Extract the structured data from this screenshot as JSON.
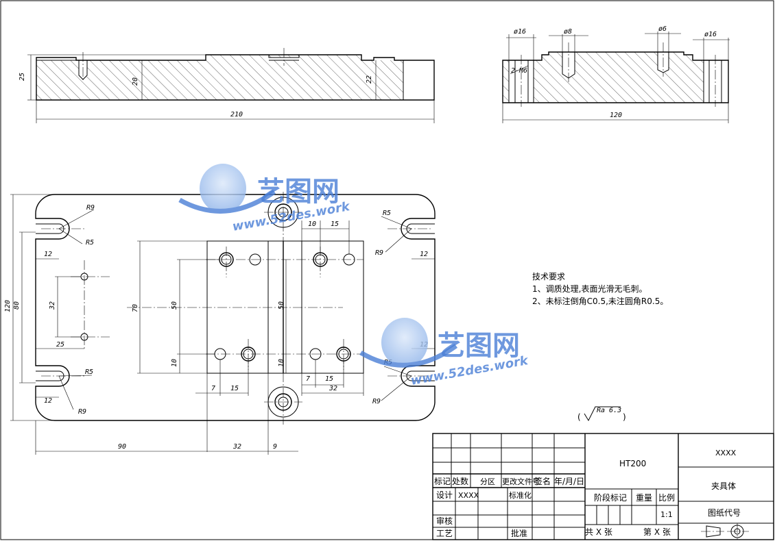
{
  "dims": {
    "h25": "25",
    "h20": "20",
    "h22": "22",
    "w210": "210",
    "w120": "120",
    "d16a": "ø16",
    "d8": "ø8",
    "d6": "ø6",
    "d16b": "ø16",
    "m6": "2-M6",
    "v120": "120",
    "v80": "80",
    "v32": "32",
    "h25b": "25",
    "h12a": "12",
    "h12b": "12",
    "r9a": "R9",
    "r5a": "R5",
    "r5b": "R5",
    "r9b": "R9",
    "r5c": "R5",
    "r9c": "R9",
    "r5d": "R5",
    "r9d": "R9",
    "h12c": "12",
    "h12d": "12",
    "v70": "70",
    "v50a": "50",
    "v10a": "10",
    "v50b": "50",
    "v10b": "10",
    "h10": "10",
    "h15a": "15",
    "h7a": "7",
    "h15b": "15",
    "h7b": "7",
    "h15c": "15",
    "h32a": "32",
    "h90": "90",
    "h32b": "32",
    "h9": "9"
  },
  "requirements": {
    "title": "技术要求",
    "item1": "1、调质处理,表面光滑无毛刺。",
    "item2": "2、未标注倒角C0.5,未注圆角R0.5。"
  },
  "roughness": {
    "value": "Ra 6.3",
    "open": "(",
    "close": ")"
  },
  "watermark": {
    "cn": "艺图网",
    "url": "www.52des.work"
  },
  "titleblock": {
    "mark": "标记",
    "count": "处数",
    "zone": "分区",
    "docno": "更改文件号",
    "sign": "签名",
    "date": "年/月/日",
    "design": "设计",
    "designer": "XXXX",
    "standard": "标准化",
    "review": "审核",
    "process": "工艺",
    "approve": "批准",
    "material": "HT200",
    "stage": "阶段标记",
    "weight": "重量",
    "scale": "比例",
    "scaleval": "1:1",
    "total": "共 X 张",
    "sheet": "第 X 张",
    "company": "XXXX",
    "partname": "夹具体",
    "drawingno": "图纸代号"
  }
}
